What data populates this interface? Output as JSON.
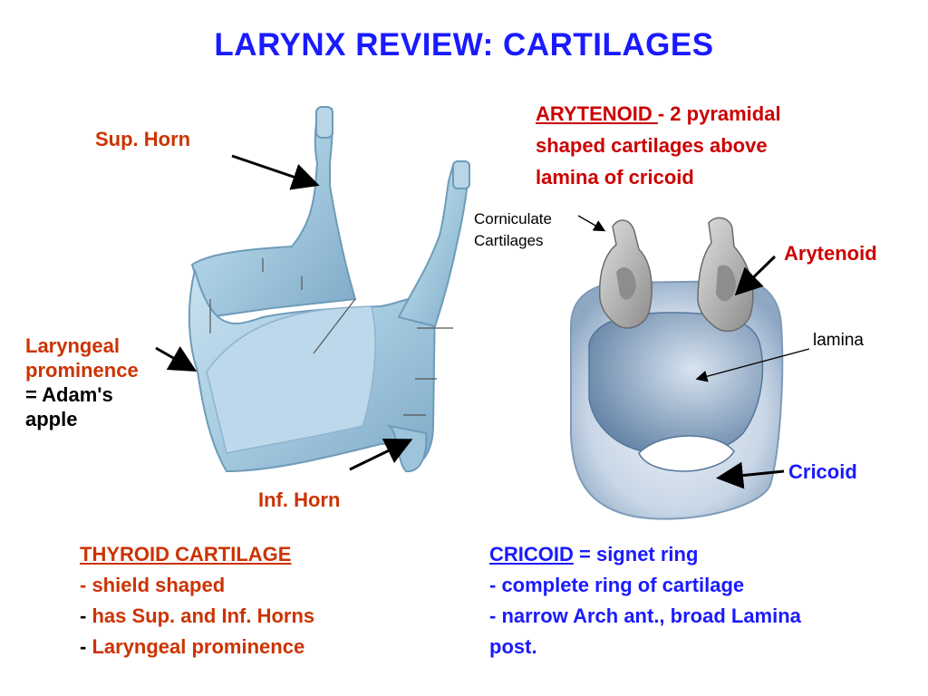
{
  "colors": {
    "title": "#1a1aff",
    "orange_label": "#cc3300",
    "red_label": "#cc0000",
    "blue_label": "#1a1aff",
    "text": "#000000",
    "cartilage_fill": "#a9cde2",
    "cartilage_dark": "#6e9cba",
    "cricoid_fill": "#c5d5e6",
    "arytenoid_fill": "#b8b8b8"
  },
  "title": "LARYNX REVIEW: CARTILAGES",
  "thyroid": {
    "sup_horn": "Sup. Horn",
    "laryngeal_line1": "Laryngeal",
    "laryngeal_line2": "prominence",
    "adams_line1": "= Adam's",
    "adams_line2": "apple",
    "inf_horn": "Inf. Horn",
    "section_heading": "THYROID CARTILAGE",
    "points": [
      "- shield shaped",
      "has Sup. and Inf. Horns",
      "Laryngeal prominence"
    ],
    "dash": "- "
  },
  "arytenoid": {
    "heading": "ARYTENOID ",
    "desc_line1": "- 2 pyramidal",
    "desc_line2": "shaped cartilages above",
    "desc_line3": "lamina of cricoid",
    "corniculate_line1": "Corniculate",
    "corniculate_line2": "Cartilages",
    "label": "Arytenoid",
    "lamina": "lamina"
  },
  "cricoid": {
    "label": "Cricoid",
    "heading": "CRICOID",
    "heading_rest": " = signet ring",
    "points": [
      "- complete ring of cartilage",
      "- narrow Arch ant., broad Lamina",
      "post."
    ]
  },
  "icons": {
    "thyroid": "thyroid-cartilage-illustration",
    "cricoid": "cricoid-cartilage-illustration"
  }
}
